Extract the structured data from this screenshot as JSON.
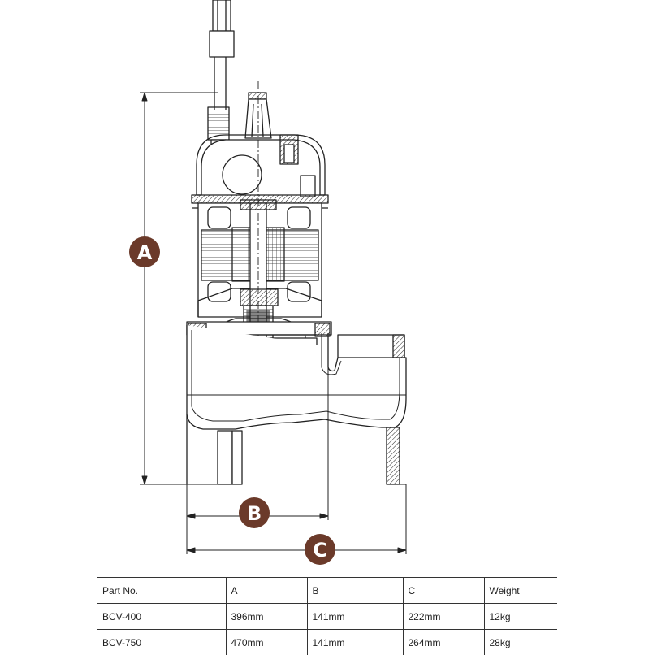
{
  "diagram": {
    "dimension_labels": {
      "a": "A",
      "b": "B",
      "c": "C"
    },
    "badge_color": "#6b3a2a",
    "line_color": "#222222"
  },
  "table": {
    "headers": [
      "Part No.",
      "A",
      "B",
      "C",
      "Weight"
    ],
    "rows": [
      [
        "BCV-400",
        "396mm",
        "141mm",
        "222mm",
        "12kg"
      ],
      [
        "BCV-750",
        "470mm",
        "141mm",
        "264mm",
        "28kg"
      ]
    ]
  }
}
